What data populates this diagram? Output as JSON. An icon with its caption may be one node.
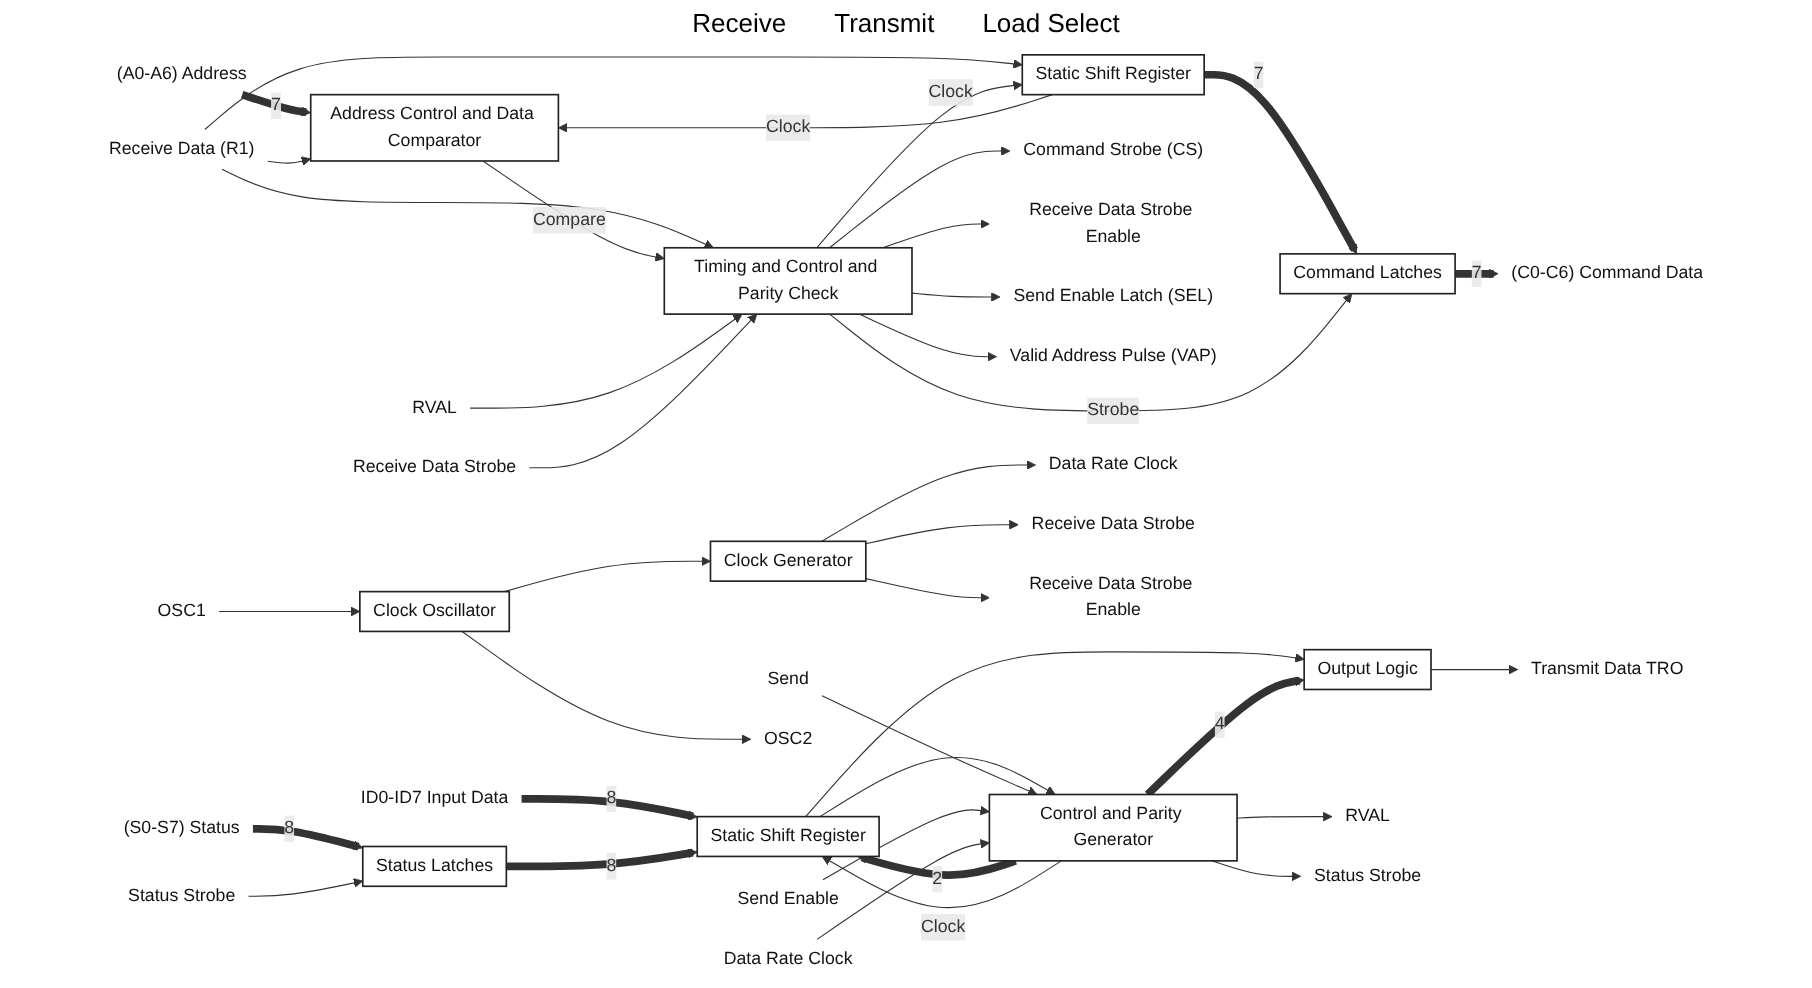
{
  "diagram": {
    "nodes": [
      {
        "text": [
          "(A0-A6) Address"
        ]
      },
      {
        "text": [
          "Address Control and Data Comparator"
        ]
      },
      {
        "text": [
          "(C0-C6) Command Data"
        ]
      },
      {
        "text": [
          "Command Latches"
        ]
      },
      {
        "text": [
          "Receive Data (R1)"
        ]
      },
      {
        "text": [
          "Static Shift Register"
        ]
      },
      {
        "text": [
          "RVAL"
        ]
      },
      {
        "text": [
          "Receive Data Strobe"
        ]
      },
      {
        "text": [
          "Timing and Control and Parity Check"
        ]
      },
      {
        "text": [
          "Command Strobe (CS)"
        ]
      },
      {
        "text": [
          "Receive Data Strobe Enable"
        ]
      },
      {
        "text": [
          "Send Enable Latch (SEL)"
        ]
      },
      {
        "text": [
          "Valid Address Pulse (VAP)"
        ]
      },
      {
        "text": [
          "ID0-ID7 Input Data"
        ]
      },
      {
        "text": [
          "(S0-S7) Status"
        ]
      },
      {
        "text": [
          "Status Latches"
        ]
      },
      {
        "text": [
          "Status Strobe"
        ]
      },
      {
        "text": [
          "Static Shift Register"
        ]
      },
      {
        "text": [
          "Output Logic"
        ]
      },
      {
        "text": [
          "Transmit Data TRO"
        ]
      },
      {
        "text": [
          "Send"
        ]
      },
      {
        "text": [
          "Send Enable"
        ]
      },
      {
        "text": [
          "Data Rate Clock"
        ]
      },
      {
        "text": [
          "Control and Parity Generator"
        ]
      },
      {
        "text": [
          "RVAL"
        ]
      },
      {
        "text": [
          "Status Strobe"
        ]
      },
      {
        "text": [
          "OSC1"
        ]
      },
      {
        "text": [
          "Clock Oscillator"
        ]
      },
      {
        "text": [
          "OSC2"
        ]
      },
      {
        "text": [
          "Clock Generator"
        ]
      },
      {
        "text": [
          "Data Rate Clock"
        ]
      },
      {
        "text": [
          "Receive Data Strobe"
        ]
      },
      {
        "text": [
          "Receive Data Strobe Enable"
        ]
      }
    ],
    "edges": [
      {
        "from": 0,
        "to": 1,
        "arrow": "to",
        "label": "7",
        "style": "thick"
      },
      {
        "from": 3,
        "to": 2,
        "arrow": "to",
        "label": "7",
        "style": "thick"
      },
      {
        "from": 5,
        "to": 3,
        "arrow": "to",
        "label": "7",
        "style": "thick"
      },
      {
        "from": 8,
        "to": 3,
        "arrow": "to",
        "label": "Strobe"
      },
      {
        "from": 4,
        "to": 5,
        "arrow": "to"
      },
      {
        "from": 4,
        "to": 1,
        "arrow": "to"
      },
      {
        "from": 4,
        "to": 8,
        "arrow": "to"
      },
      {
        "from": 1,
        "to": 8,
        "arrow": "to",
        "label": "Compare"
      },
      {
        "from": 6,
        "to": 8,
        "arrow": "to"
      },
      {
        "from": 8,
        "to": 5,
        "arrow": "to",
        "label": "Clock"
      },
      {
        "from": 5,
        "to": 1,
        "arrow": "to",
        "label": "Clock"
      },
      {
        "from": 7,
        "to": 8,
        "arrow": "to"
      },
      {
        "from": 8,
        "to": 9,
        "arrow": "to"
      },
      {
        "from": 8,
        "to": 10,
        "arrow": "to"
      },
      {
        "from": 8,
        "to": 11,
        "arrow": "to"
      },
      {
        "from": 8,
        "to": 12,
        "arrow": "to"
      },
      {
        "from": 13,
        "to": 17,
        "arrow": "to",
        "label": "8",
        "style": "thick"
      },
      {
        "from": 14,
        "to": 15,
        "arrow": "to",
        "label": "8",
        "style": "thick"
      },
      {
        "from": 15,
        "to": 17,
        "arrow": "to",
        "label": "8",
        "style": "thick"
      },
      {
        "from": 16,
        "to": 15,
        "arrow": "to"
      },
      {
        "from": 23,
        "to": 17,
        "arrow": "to",
        "label": "2",
        "style": "thick"
      },
      {
        "from": 23,
        "to": 17,
        "arrow": "to",
        "label": "Clock"
      },
      {
        "from": 17,
        "to": 18,
        "arrow": "to"
      },
      {
        "from": 17,
        "to": 23,
        "arrow": "to"
      },
      {
        "from": 23,
        "to": 18,
        "arrow": "to",
        "label": "4",
        "style": "thick"
      },
      {
        "from": 18,
        "to": 19,
        "arrow": "to"
      },
      {
        "from": 20,
        "to": 23,
        "arrow": "to"
      },
      {
        "from": 21,
        "to": 23,
        "arrow": "to"
      },
      {
        "from": 22,
        "to": 23,
        "arrow": "to"
      },
      {
        "from": 23,
        "to": 24,
        "arrow": "to"
      },
      {
        "from": 23,
        "to": 25,
        "arrow": "to"
      },
      {
        "from": 26,
        "to": 27,
        "arrow": "to"
      },
      {
        "from": 27,
        "to": 28,
        "arrow": "to"
      },
      {
        "from": 27,
        "to": 29,
        "arrow": "to"
      },
      {
        "from": 29,
        "to": 30,
        "arrow": "to"
      },
      {
        "from": 29,
        "to": 31,
        "arrow": "to"
      },
      {
        "from": 29,
        "to": 32,
        "arrow": "to"
      }
    ],
    "labels": [
      "Receive",
      "Transmit",
      "Load Select"
    ]
  }
}
